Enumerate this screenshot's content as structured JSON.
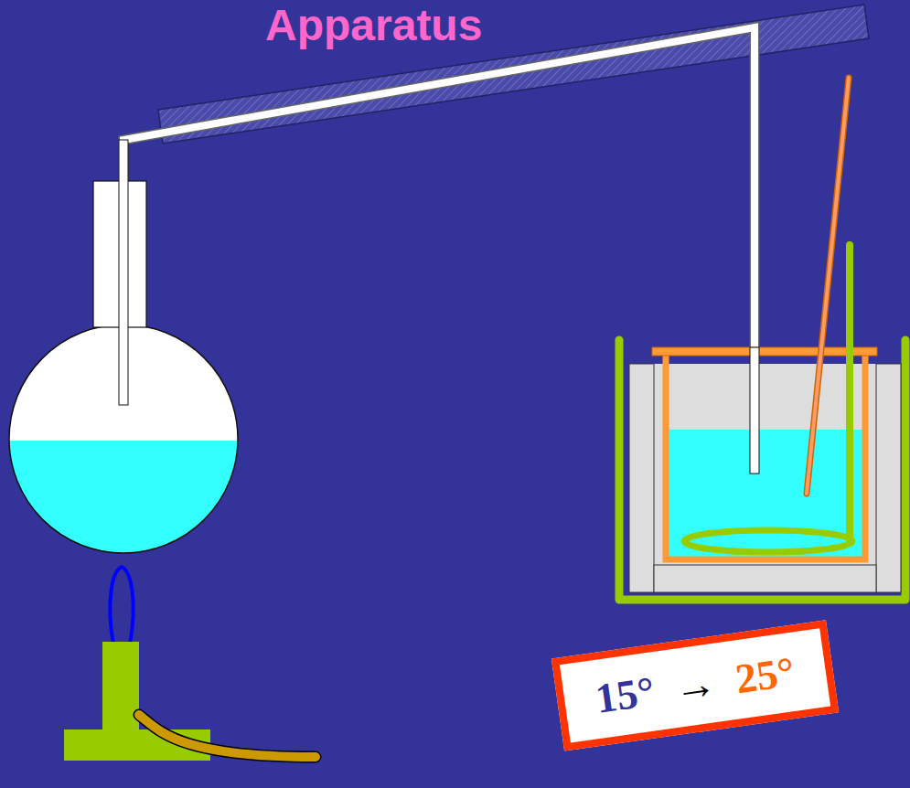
{
  "diagram": {
    "title": "Apparatus",
    "nodes": [
      {
        "text": [
          "15°",
          "→",
          "25°"
        ]
      }
    ]
  }
}
